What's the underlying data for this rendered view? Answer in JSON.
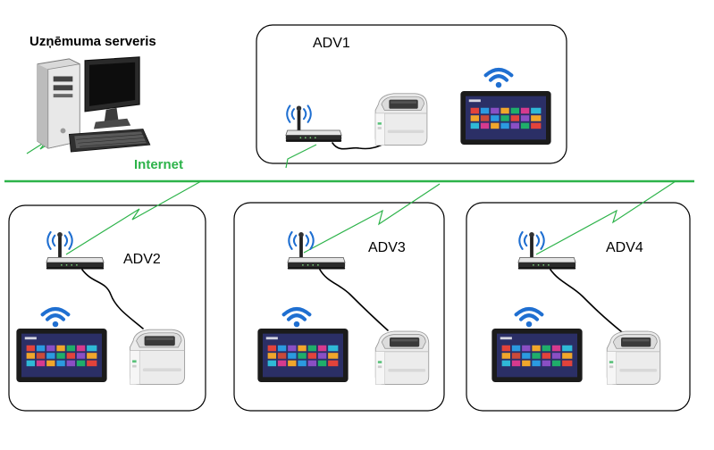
{
  "server": {
    "label": "Uzņēmuma serveris"
  },
  "internet": {
    "label": "Internet",
    "color": "#2db34a"
  },
  "sites": [
    {
      "label": "ADV1"
    },
    {
      "label": "ADV2"
    },
    {
      "label": "ADV3"
    },
    {
      "label": "ADV4"
    }
  ],
  "colors": {
    "internet_line": "#2db34a",
    "wifi": "#1f6fd1",
    "box_border": "#000000",
    "cable": "#000000"
  },
  "icons": {
    "server": "desktop-computer-icon",
    "router": "wifi-router-icon",
    "printer": "label-printer-icon",
    "tablet": "tablet-icon",
    "wifi": "wifi-signal-icon"
  }
}
